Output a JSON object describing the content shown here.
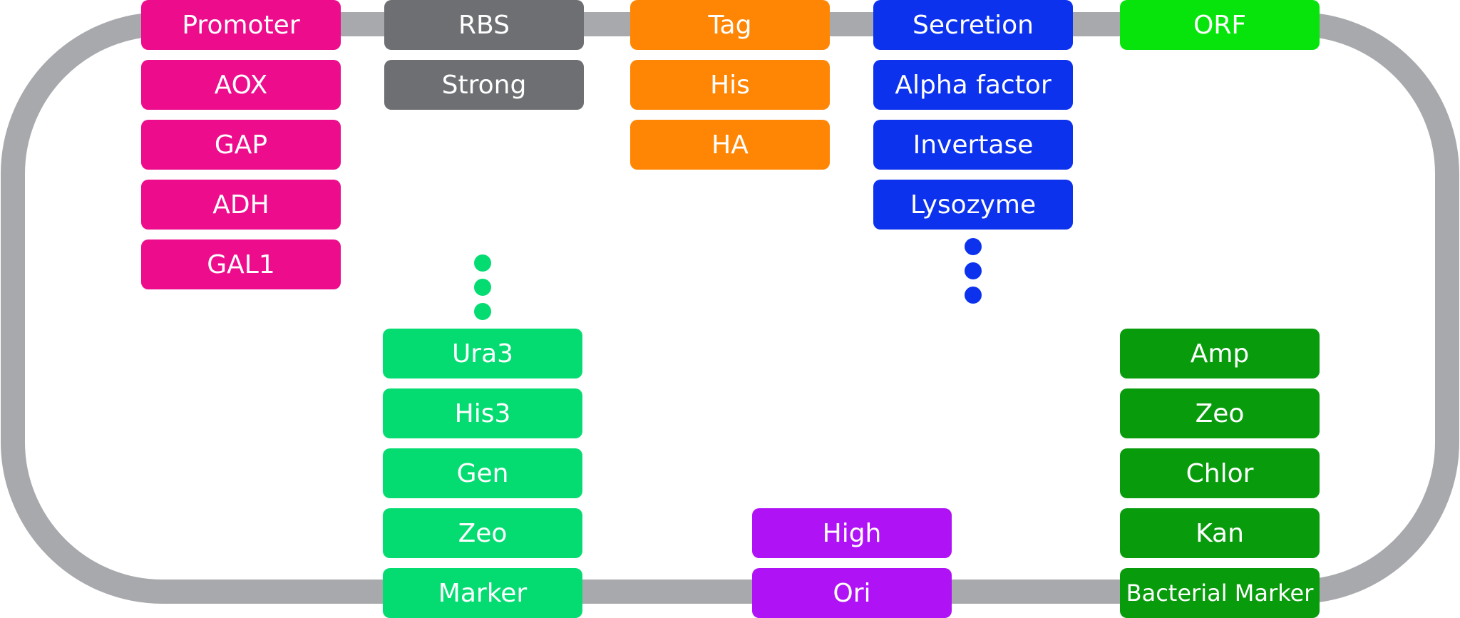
{
  "colors": {
    "backbone": "#a8a9ac",
    "promoter": "#ec0c8c",
    "rbs": "#6e6f72",
    "tag": "#ff8604",
    "secretion": "#0c32ee",
    "orf": "#06e40c",
    "marker": "#04dc72",
    "ori": "#b012f6",
    "bacterial_marker": "#089c0c"
  },
  "columns": [
    {
      "key": "promoter",
      "header": "Promoter",
      "options": [
        "AOX",
        "GAP",
        "ADH",
        "GAL1"
      ]
    },
    {
      "key": "rbs",
      "header": "RBS",
      "options": [
        "Strong"
      ]
    },
    {
      "key": "tag",
      "header": "Tag",
      "options": [
        "His",
        "HA"
      ]
    },
    {
      "key": "secretion",
      "header": "Secretion",
      "options": [
        "Alpha factor",
        "Invertase",
        "Lysozyme"
      ],
      "more": true
    },
    {
      "key": "orf",
      "header": "ORF",
      "options": []
    }
  ],
  "bottom_columns": [
    {
      "key": "marker",
      "header": "Marker",
      "options": [
        "Ura3",
        "His3",
        "Gen",
        "Zeo"
      ],
      "more": true
    },
    {
      "key": "ori",
      "header": "Ori",
      "options": [
        "High"
      ]
    },
    {
      "key": "bacterial_marker",
      "header": "Bacterial Marker",
      "options": [
        "Amp",
        "Zeo",
        "Chlor",
        "Kan"
      ]
    }
  ]
}
